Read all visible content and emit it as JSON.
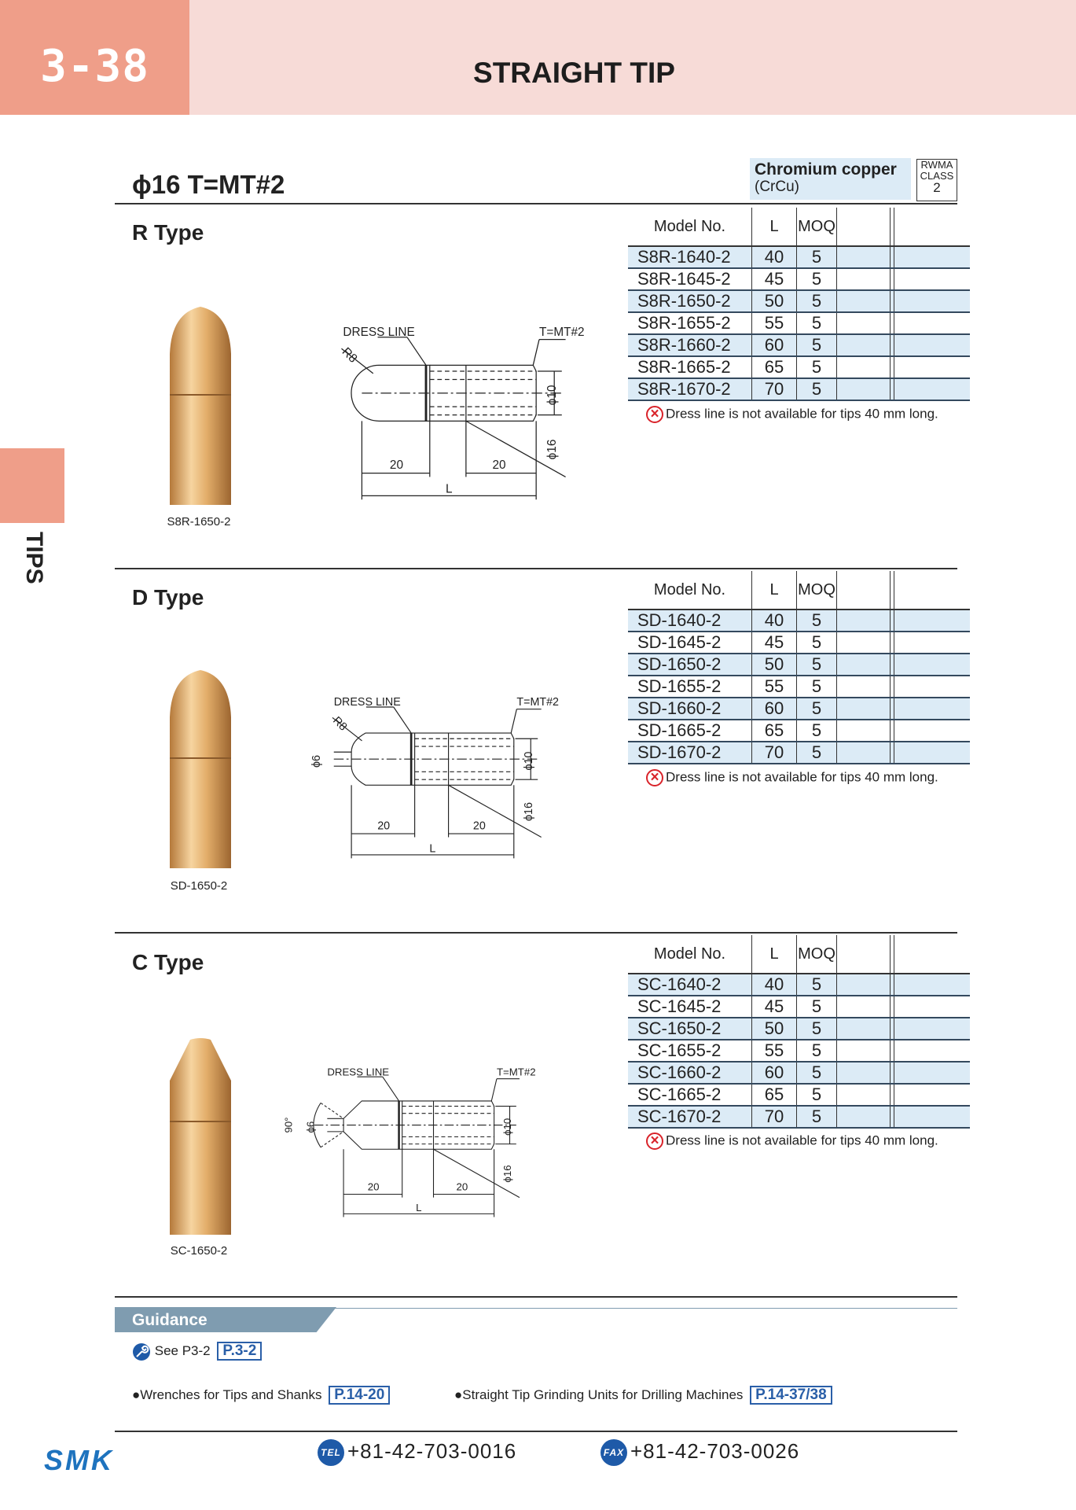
{
  "header": {
    "page_number": "3-38",
    "title": "STRAIGHT TIP"
  },
  "side_tab": {
    "label": "TIPS"
  },
  "spec": {
    "title": "ϕ16  T=MT#2"
  },
  "material": {
    "name": "Chromium copper",
    "sub": "(CrCu)",
    "rwma_line1": "RWMA",
    "rwma_line2": "CLASS",
    "rwma_class": "2"
  },
  "table_headers": {
    "model": "Model No.",
    "l": "L",
    "moq": "MOQ"
  },
  "drawing_labels": {
    "dress_line": "DRESS LINE",
    "taper": "T=MT#2",
    "radius": "R8",
    "d10": "ϕ10",
    "d16": "ϕ16",
    "d6": "ϕ6",
    "angle": "90°",
    "len20a": "20",
    "len20b": "20",
    "len_l": "L"
  },
  "sections": [
    {
      "title": "R Type",
      "photo_caption": "S8R-1650-2",
      "note": "Dress line is not available for tips 40 mm long.",
      "rows": [
        [
          "S8R-1640-2",
          "40",
          "5"
        ],
        [
          "S8R-1645-2",
          "45",
          "5"
        ],
        [
          "S8R-1650-2",
          "50",
          "5"
        ],
        [
          "S8R-1655-2",
          "55",
          "5"
        ],
        [
          "S8R-1660-2",
          "60",
          "5"
        ],
        [
          "S8R-1665-2",
          "65",
          "5"
        ],
        [
          "S8R-1670-2",
          "70",
          "5"
        ]
      ]
    },
    {
      "title": "D Type",
      "photo_caption": "SD-1650-2",
      "note": "Dress line is not available for tips 40 mm long.",
      "rows": [
        [
          "SD-1640-2",
          "40",
          "5"
        ],
        [
          "SD-1645-2",
          "45",
          "5"
        ],
        [
          "SD-1650-2",
          "50",
          "5"
        ],
        [
          "SD-1655-2",
          "55",
          "5"
        ],
        [
          "SD-1660-2",
          "60",
          "5"
        ],
        [
          "SD-1665-2",
          "65",
          "5"
        ],
        [
          "SD-1670-2",
          "70",
          "5"
        ]
      ]
    },
    {
      "title": "C Type",
      "photo_caption": "SC-1650-2",
      "note": "Dress line is not available for tips 40 mm long.",
      "rows": [
        [
          "SC-1640-2",
          "40",
          "5"
        ],
        [
          "SC-1645-2",
          "45",
          "5"
        ],
        [
          "SC-1650-2",
          "50",
          "5"
        ],
        [
          "SC-1655-2",
          "55",
          "5"
        ],
        [
          "SC-1660-2",
          "60",
          "5"
        ],
        [
          "SC-1665-2",
          "65",
          "5"
        ],
        [
          "SC-1670-2",
          "70",
          "5"
        ]
      ]
    }
  ],
  "guidance": {
    "title": "Guidance",
    "see_text": "See P3-2",
    "see_page": "P.3-2",
    "ref1_text": "●Wrenches for Tips and Shanks",
    "ref1_page": "P.14-20",
    "ref2_text": "●Straight Tip Grinding Units for Drilling Machines",
    "ref2_page": "P.14-37/38"
  },
  "footer": {
    "logo": "SMK",
    "tel_badge": "TEL",
    "tel": "+81-42-703-0016",
    "fax_badge": "FAX",
    "fax": "+81-42-703-0026"
  },
  "colors": {
    "header_bg": "#f7dbd7",
    "accent_salmon": "#ef9e89",
    "table_band": "#dcebf6",
    "link_blue": "#2a5fa8",
    "logo_blue": "#1e73be"
  }
}
